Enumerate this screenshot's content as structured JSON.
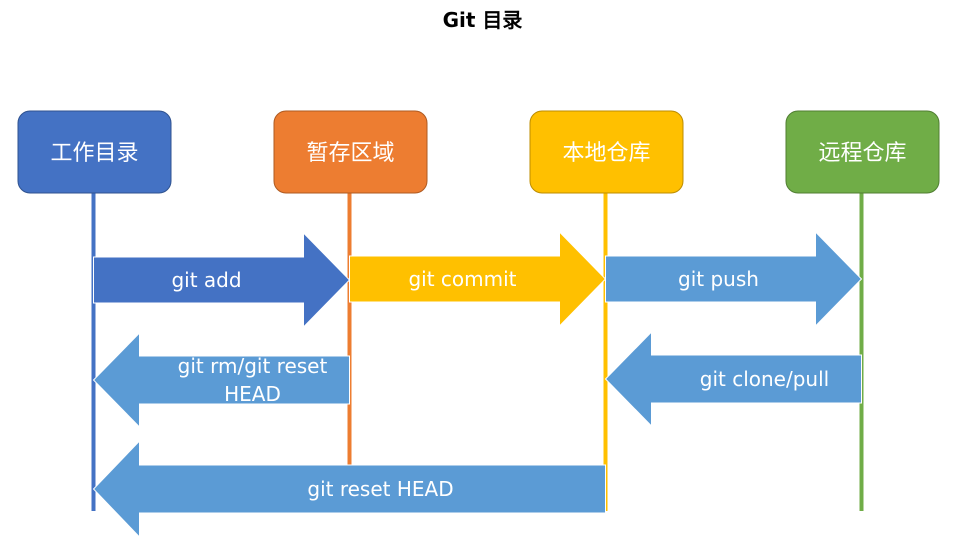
{
  "title": "Git 目录",
  "zones": [
    {
      "label": "工作目录",
      "color": "#4472C4",
      "border": "#2F528F"
    },
    {
      "label": "暂存区域",
      "color": "#ED7D31",
      "border": "#AE5A21"
    },
    {
      "label": "本地仓库",
      "color": "#FFC000",
      "border": "#BC8C00"
    },
    {
      "label": "远程仓库",
      "color": "#70AD47",
      "border": "#507E32"
    }
  ],
  "arrows": [
    {
      "from": 0,
      "to": 1,
      "direction": "right",
      "color": "#4472C4",
      "lines": [
        "git add"
      ]
    },
    {
      "from": 1,
      "to": 2,
      "direction": "right",
      "color": "#FFC000",
      "lines": [
        "git commit"
      ]
    },
    {
      "from": 2,
      "to": 3,
      "direction": "right",
      "color": "#5B9BD5",
      "lines": [
        "git push"
      ]
    },
    {
      "from": 1,
      "to": 0,
      "direction": "left",
      "color": "#5B9BD5",
      "lines": [
        "git rm/git reset",
        "HEAD"
      ]
    },
    {
      "from": 3,
      "to": 2,
      "direction": "left",
      "color": "#5B9BD5",
      "lines": [
        "git clone/pull"
      ]
    },
    {
      "from": 2,
      "to": 0,
      "direction": "left",
      "color": "#5B9BD5",
      "lines": [
        "git reset HEAD"
      ]
    }
  ]
}
